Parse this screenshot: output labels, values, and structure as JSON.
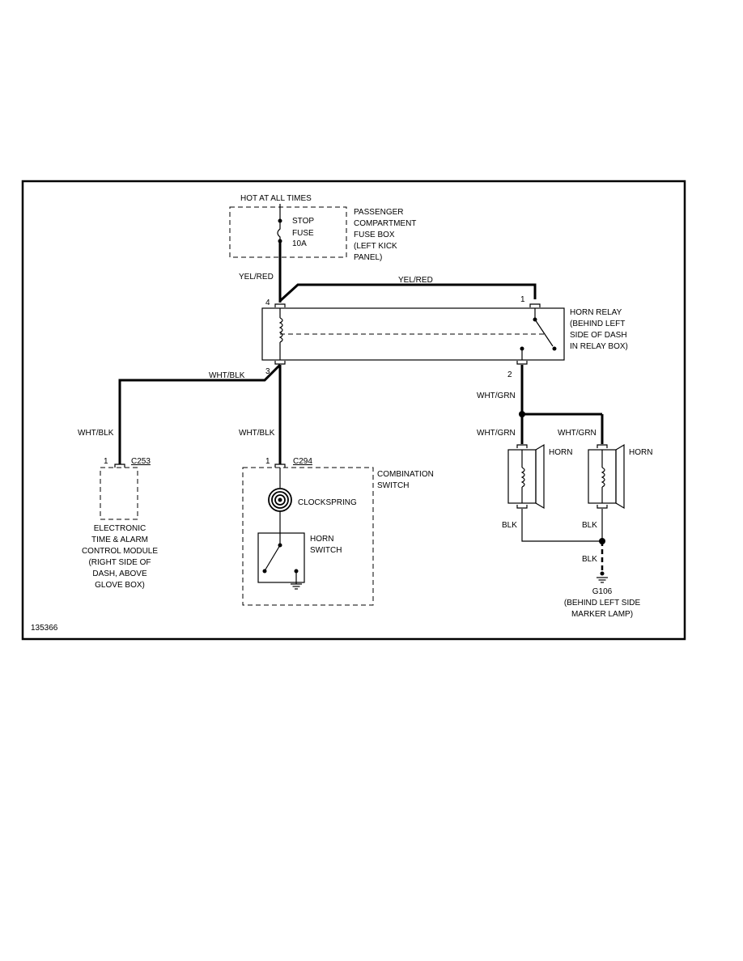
{
  "diagram": {
    "figure_id": "135366",
    "power": {
      "hot_label": "HOT AT ALL TIMES",
      "fuse_name_1": "STOP",
      "fuse_name_2": "FUSE",
      "fuse_rating": "10A",
      "fusebox_lines": [
        "PASSENGER",
        "COMPARTMENT",
        "FUSE BOX",
        "(LEFT KICK",
        "PANEL)"
      ]
    },
    "wires": {
      "yel_red_left": "YEL/RED",
      "yel_red_top": "YEL/RED",
      "wht_blk_top": "WHT/BLK",
      "wht_blk_left": "WHT/BLK",
      "wht_blk_center": "WHT/BLK",
      "wht_grn_relay": "WHT/GRN",
      "wht_grn_horn1": "WHT/GRN",
      "wht_grn_horn2": "WHT/GRN",
      "blk_horn1": "BLK",
      "blk_horn2": "BLK",
      "blk_ground": "BLK"
    },
    "relay": {
      "pin4": "4",
      "pin1": "1",
      "pin3": "3",
      "pin2": "2",
      "label_lines": [
        "HORN RELAY",
        "(BEHIND LEFT",
        "SIDE OF DASH",
        "IN RELAY BOX)"
      ]
    },
    "module": {
      "pin": "1",
      "connector": "C253",
      "label_lines": [
        "ELECTRONIC",
        "TIME & ALARM",
        "CONTROL MODULE",
        "(RIGHT SIDE OF",
        "DASH, ABOVE",
        "GLOVE BOX)"
      ]
    },
    "combination_switch": {
      "pin": "1",
      "connector": "C294",
      "label_lines": [
        "COMBINATION",
        "SWITCH"
      ],
      "clockspring": "CLOCKSPRING",
      "horn_switch_lines": [
        "HORN",
        "SWITCH"
      ]
    },
    "horns": {
      "horn1": "HORN",
      "horn2": "HORN"
    },
    "ground": {
      "id": "G106",
      "label_lines": [
        "(BEHIND LEFT SIDE",
        "MARKER LAMP)"
      ]
    }
  }
}
